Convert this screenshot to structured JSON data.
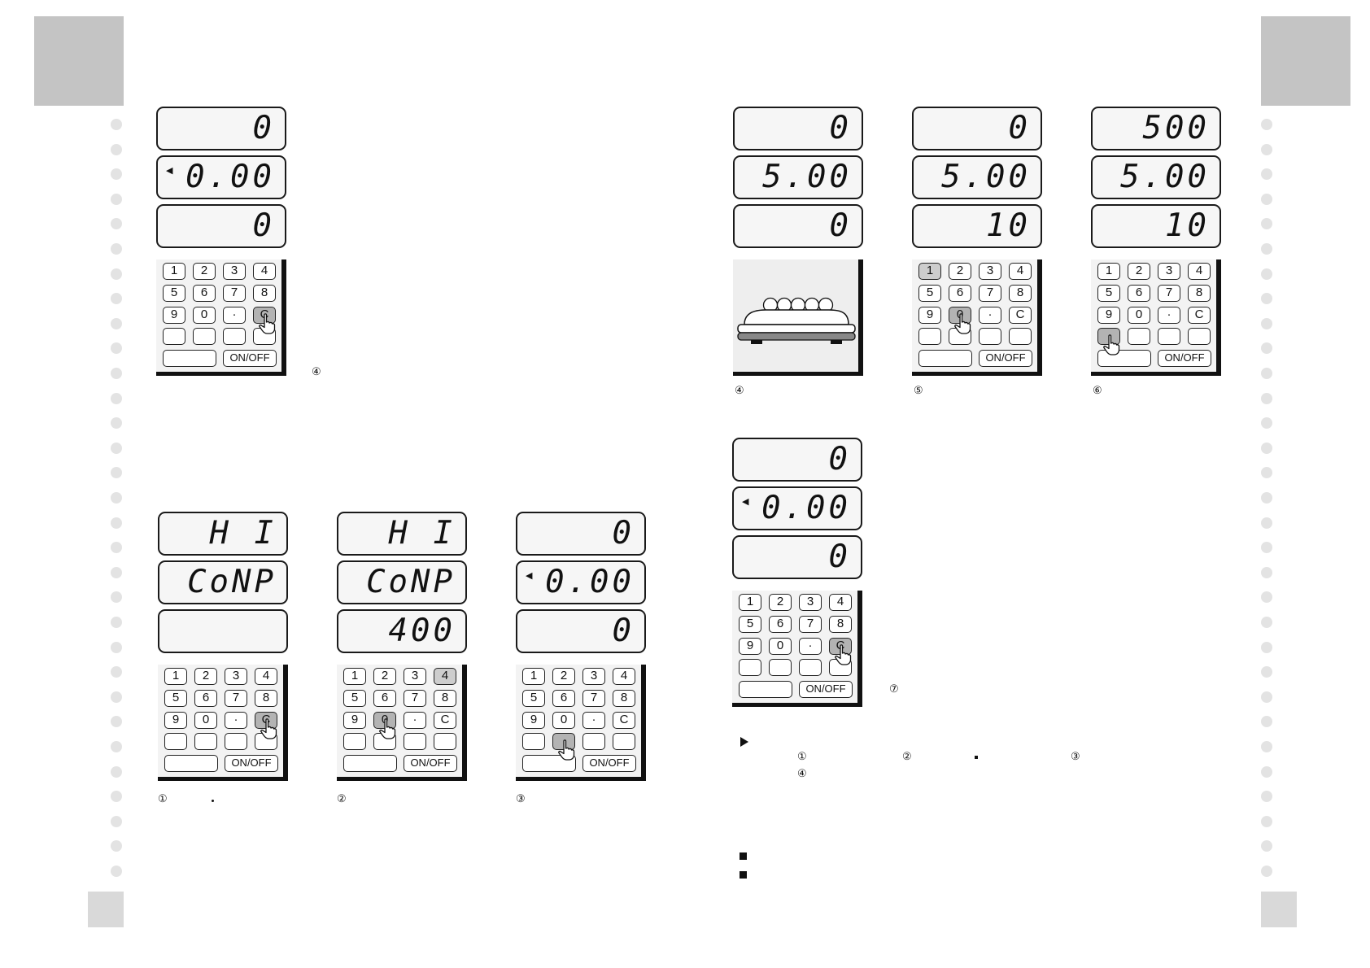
{
  "colors": {
    "corner_block": "#c4c4c4",
    "perforation": "#e3e3e3",
    "pressed_key": "#b3b3b3"
  },
  "keypad": {
    "rows": [
      [
        "1",
        "2",
        "3",
        "4"
      ],
      [
        "5",
        "6",
        "7",
        "8"
      ],
      [
        "9",
        "0",
        "·",
        "C"
      ],
      [
        "",
        "",
        "",
        ""
      ]
    ],
    "bottom_blank": "",
    "onoff": "ON/OFF"
  },
  "units": [
    {
      "id": "top-left",
      "display": [
        "0",
        "0.00",
        "0"
      ],
      "arrow": true,
      "pressed": [
        "C"
      ],
      "marker": "④",
      "caption": ""
    },
    {
      "id": "bottom-1",
      "display": [
        "H I",
        "CoNP",
        ""
      ],
      "arrow": false,
      "pressed": [
        "C"
      ],
      "marker": "",
      "caption": "①"
    },
    {
      "id": "bottom-2",
      "display": [
        "H I",
        "CoNP",
        "400"
      ],
      "arrow": false,
      "pressed": [
        "4",
        "0"
      ],
      "marker": "",
      "caption": "②"
    },
    {
      "id": "bottom-3",
      "display": [
        "0",
        "0.00",
        "0"
      ],
      "arrow": true,
      "pressed": [
        "blank2"
      ],
      "marker": "",
      "caption": "③"
    },
    {
      "id": "right-4",
      "display": [
        "0",
        "5.00",
        "0"
      ],
      "arrow": false,
      "scale_scene": true,
      "marker": "",
      "caption": "④"
    },
    {
      "id": "right-5",
      "display": [
        "0",
        "5.00",
        "10"
      ],
      "arrow": false,
      "pressed": [
        "1",
        "0"
      ],
      "marker": "",
      "caption": "⑤"
    },
    {
      "id": "right-6",
      "display": [
        "500",
        "5.00",
        "10"
      ],
      "arrow": false,
      "pressed": [
        "blank1"
      ],
      "marker": "",
      "caption": "⑥"
    },
    {
      "id": "right-7",
      "display": [
        "0",
        "0.00",
        "0"
      ],
      "arrow": true,
      "pressed": [
        "C"
      ],
      "marker": "⑦",
      "caption": ""
    }
  ],
  "notes": {
    "line1": [
      "①",
      "②",
      "③"
    ],
    "line2": [
      "④"
    ]
  }
}
